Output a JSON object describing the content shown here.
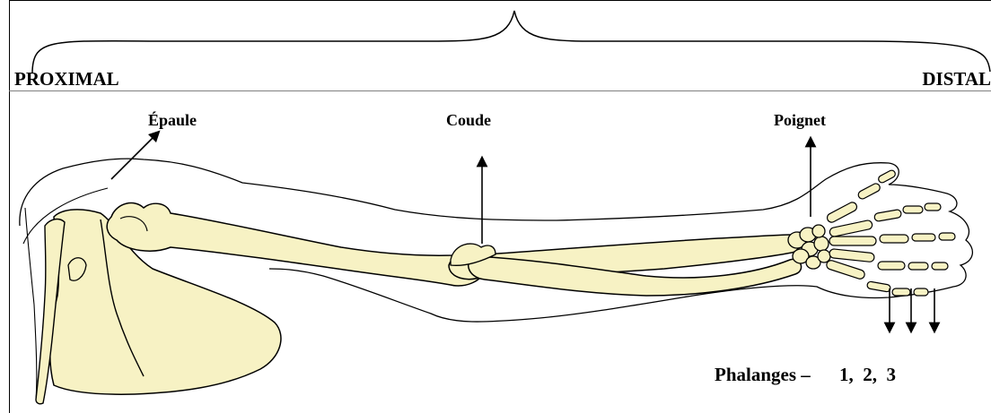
{
  "header": {
    "left_label": "PROXIMAL",
    "right_label": "DISTAL"
  },
  "joints": {
    "shoulder": "Épaule",
    "elbow": "Coude",
    "wrist": "Poignet"
  },
  "phalanges": {
    "label": "Phalanges –",
    "numbers": "1,  2,  3"
  },
  "colors": {
    "bone": "#f7f2c4",
    "outline": "#000000",
    "divider": "#808080"
  }
}
